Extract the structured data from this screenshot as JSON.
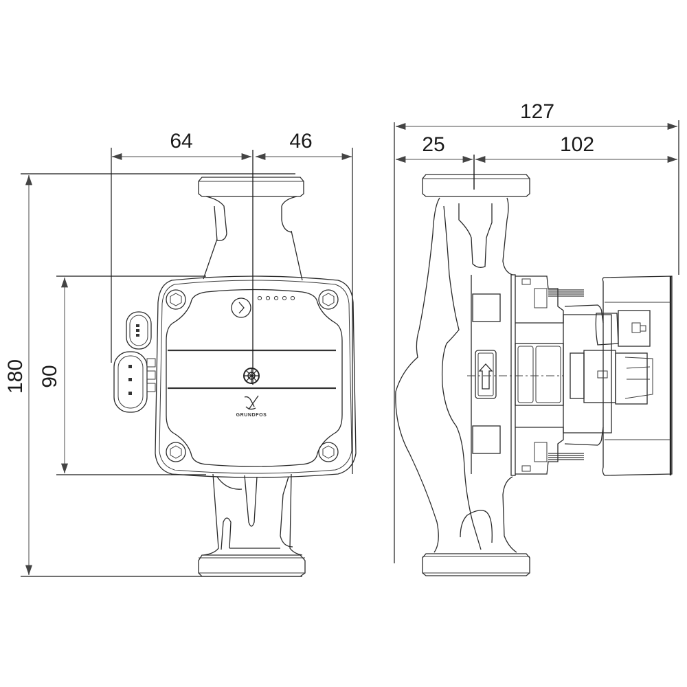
{
  "drawing": {
    "type": "technical dimension drawing",
    "subject": "circulator pump",
    "units": "mm",
    "front_view": {
      "dimensions": {
        "width_left": "64",
        "width_right": "46",
        "overall_height": "180",
        "control_box_height": "90"
      },
      "control_panel": {
        "button_glyph": "›",
        "led_count": 5,
        "brand_text": "GRUNDFOS"
      }
    },
    "side_view": {
      "dimensions": {
        "overall_depth": "127",
        "flange_to_axis": "25",
        "axis_to_back": "102"
      },
      "flow_direction": "up"
    },
    "colors": {
      "line": "#2a2a2a",
      "dimension_line": "#9a9a9a",
      "background": "#ffffff"
    }
  }
}
